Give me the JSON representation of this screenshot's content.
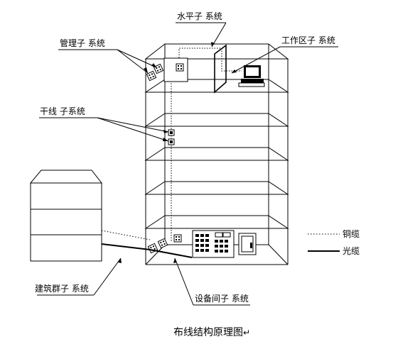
{
  "labels": {
    "horizontal": "水平子 系统",
    "admin": "管理子 系统",
    "work_area": "工作区子 系统",
    "backbone": "干线 子系统",
    "campus": "建筑群子 系统",
    "equipment": "设备间子 系统"
  },
  "legend": {
    "copper": "铜缆",
    "fiber": "光缆"
  },
  "caption": "布线结构原理图",
  "caption_mark": "↵"
}
